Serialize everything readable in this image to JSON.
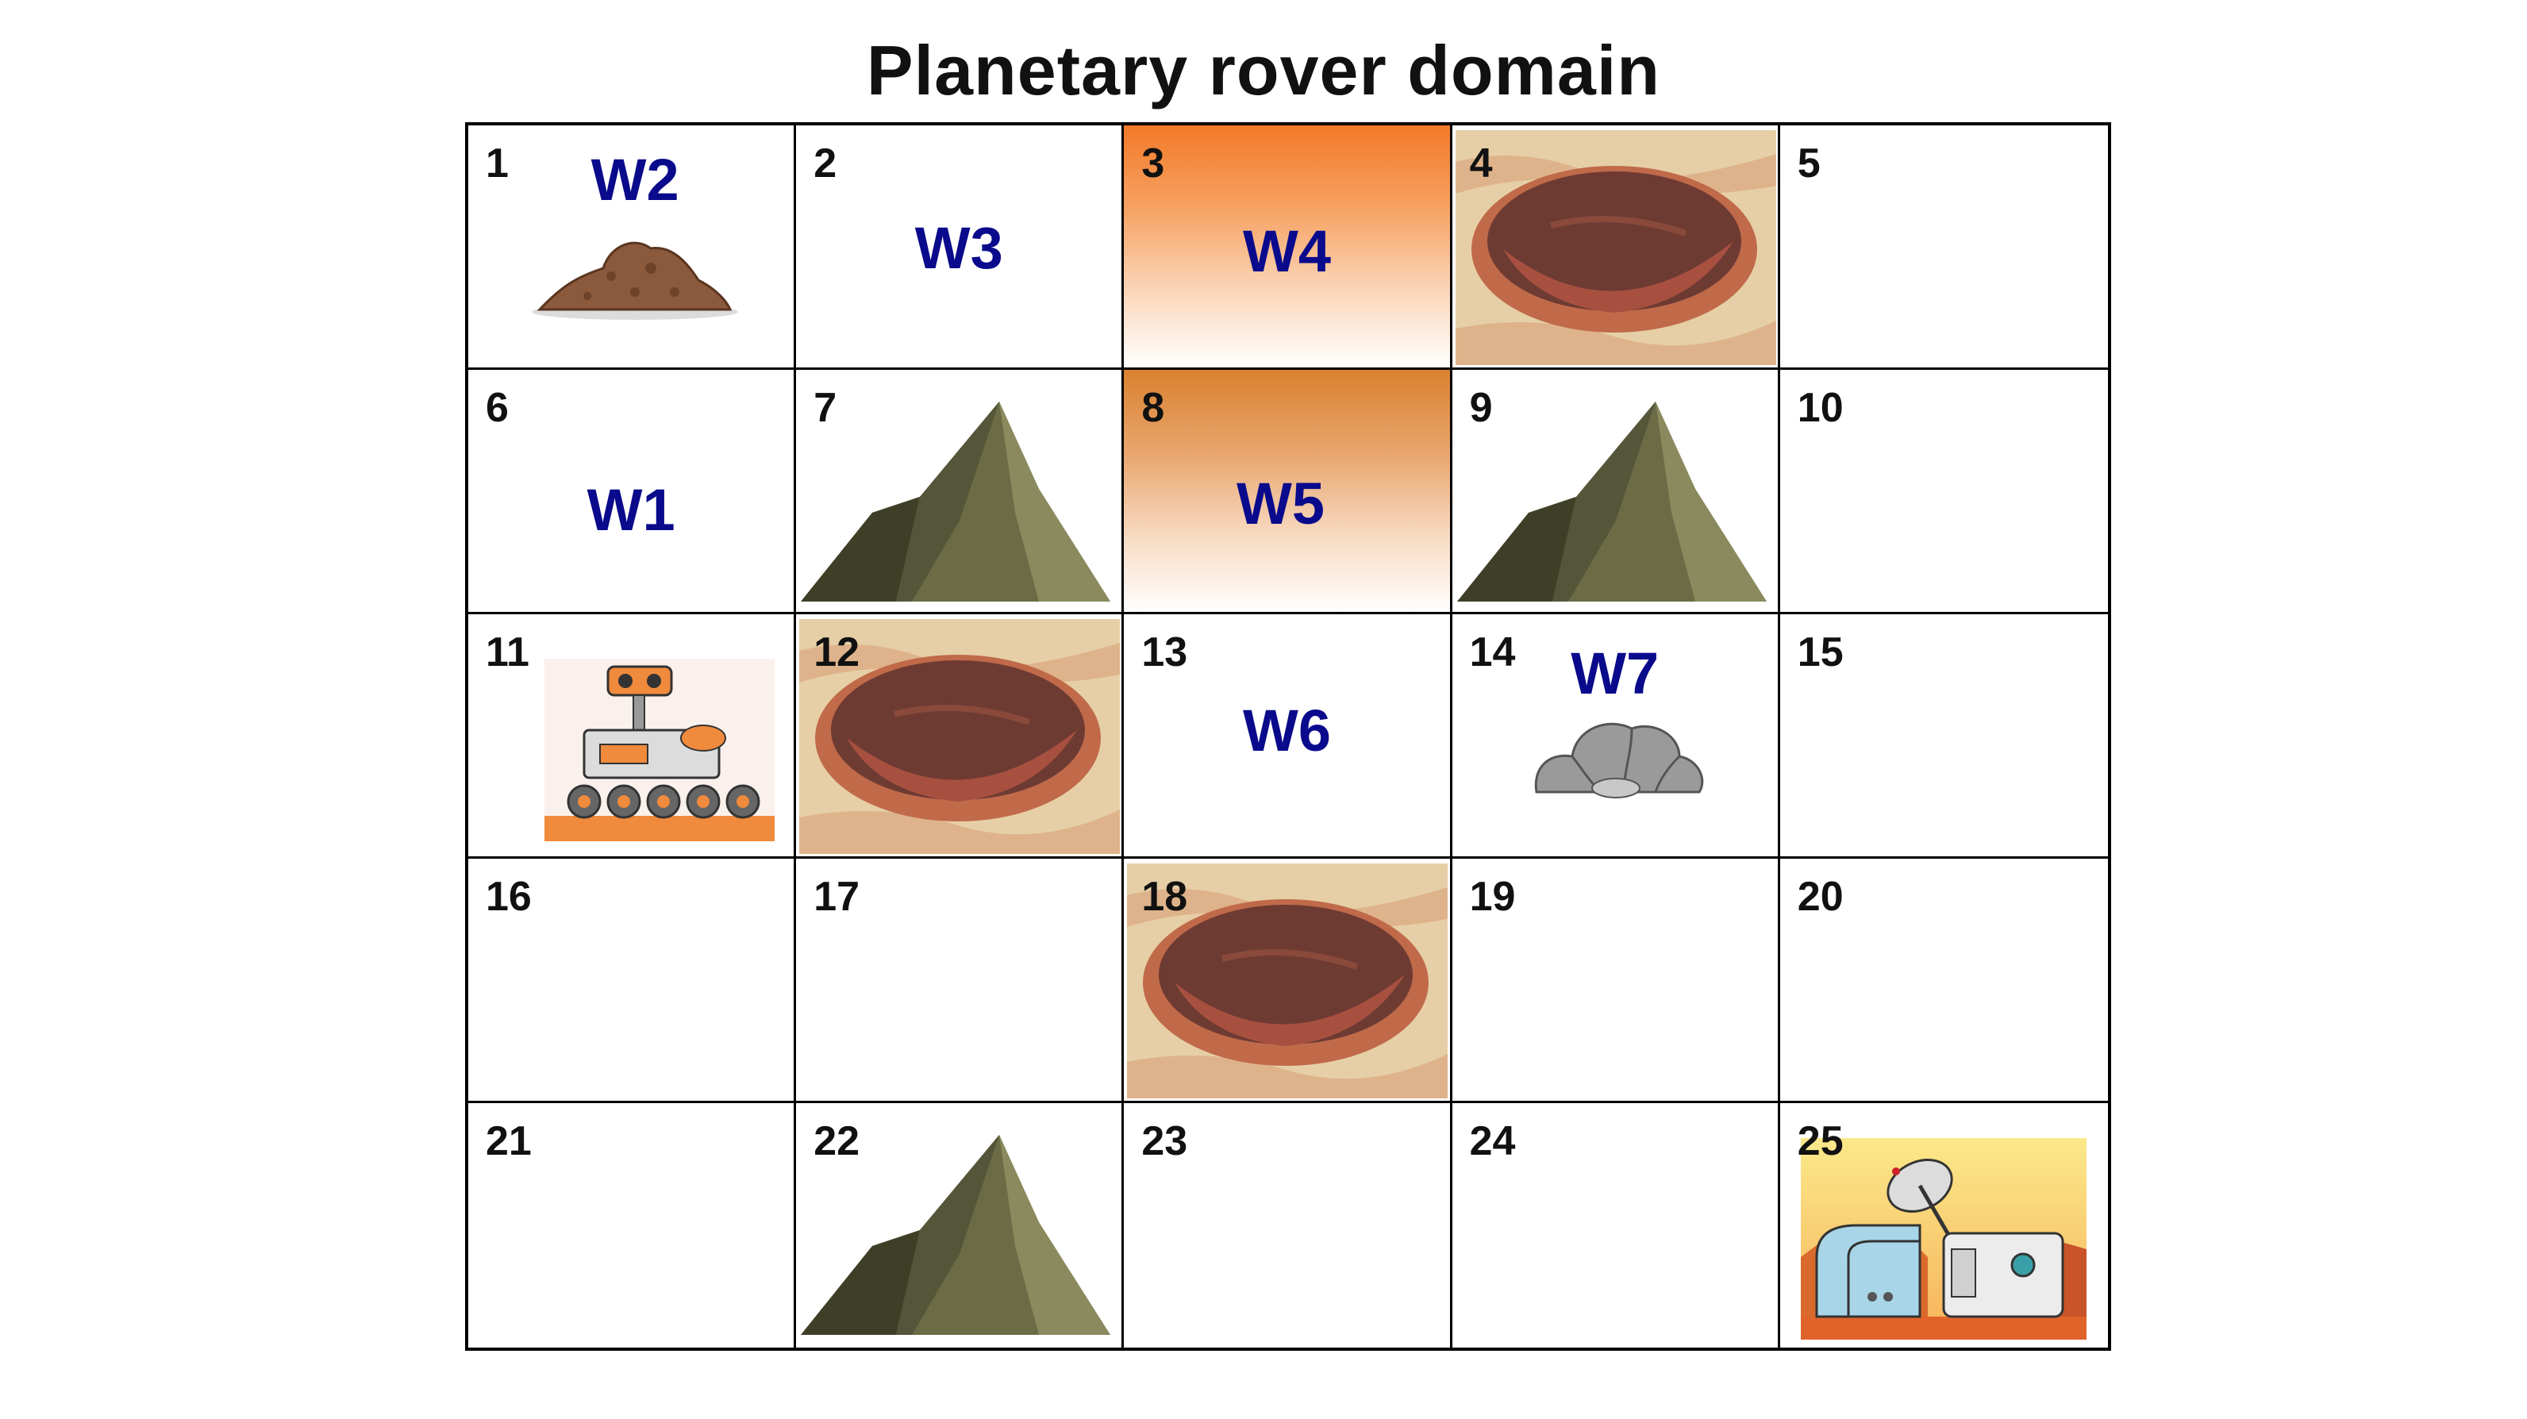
{
  "title": "Planetary rover domain",
  "cells": [
    {
      "n": "1",
      "label": "W2",
      "icon": "dirt-pile-icon"
    },
    {
      "n": "2",
      "label": "W3",
      "icon": ""
    },
    {
      "n": "3",
      "label": "W4",
      "icon": "",
      "highlight": "#f27a28"
    },
    {
      "n": "4",
      "label": "",
      "icon": "crater-icon"
    },
    {
      "n": "5",
      "label": "",
      "icon": ""
    },
    {
      "n": "6",
      "label": "W1",
      "icon": ""
    },
    {
      "n": "7",
      "label": "",
      "icon": "mountain-icon"
    },
    {
      "n": "8",
      "label": "W5",
      "icon": "",
      "highlight": "#d9812f"
    },
    {
      "n": "9",
      "label": "",
      "icon": "mountain-icon"
    },
    {
      "n": "10",
      "label": "",
      "icon": ""
    },
    {
      "n": "11",
      "label": "",
      "icon": "rover-icon"
    },
    {
      "n": "12",
      "label": "",
      "icon": "crater-icon"
    },
    {
      "n": "13",
      "label": "W6",
      "icon": ""
    },
    {
      "n": "14",
      "label": "W7",
      "icon": "rock-pile-icon"
    },
    {
      "n": "15",
      "label": "",
      "icon": ""
    },
    {
      "n": "16",
      "label": "",
      "icon": ""
    },
    {
      "n": "17",
      "label": "",
      "icon": ""
    },
    {
      "n": "18",
      "label": "",
      "icon": "crater-icon"
    },
    {
      "n": "19",
      "label": "",
      "icon": ""
    },
    {
      "n": "20",
      "label": "",
      "icon": ""
    },
    {
      "n": "21",
      "label": "",
      "icon": ""
    },
    {
      "n": "22",
      "label": "",
      "icon": "mountain-icon"
    },
    {
      "n": "23",
      "label": "",
      "icon": ""
    },
    {
      "n": "24",
      "label": "",
      "icon": ""
    },
    {
      "n": "25",
      "label": "",
      "icon": "base-station-icon"
    }
  ],
  "colors": {
    "label": "#0a0a8c",
    "mountain": "#6b6b45",
    "crater": "#8a3a28"
  }
}
